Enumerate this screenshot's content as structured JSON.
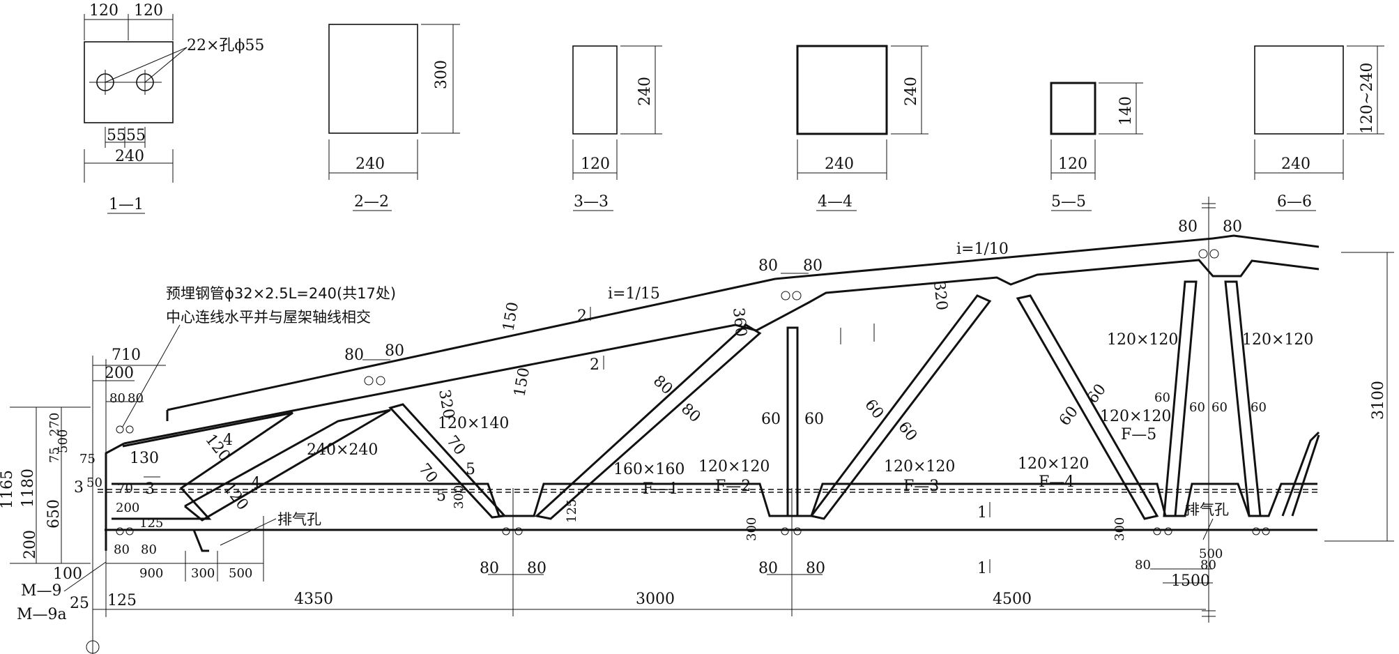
{
  "sections": [
    {
      "title": "1—1",
      "width": "240",
      "top_left": "120",
      "top_right": "120",
      "bottom_a": "55",
      "bottom_b": "55",
      "note": "22×孔ϕ55"
    },
    {
      "title": "2—2",
      "width": "240",
      "height": "300"
    },
    {
      "title": "3—3",
      "width": "120",
      "height": "240"
    },
    {
      "title": "4—4",
      "width": "240",
      "height": "240"
    },
    {
      "title": "5—5",
      "width": "120",
      "height": "140"
    },
    {
      "title": "6—6",
      "width": "240",
      "height": "120~240"
    }
  ],
  "truss": {
    "note_line1": "预埋钢管ϕ32×2.5L=240(共17处)",
    "note_line2": "中心连线水平并与屋架轴线相交",
    "slope_left": "i=1/15",
    "slope_right": "i=1/10",
    "overall_height": "3100",
    "span_1": "4350",
    "span_2": "3000",
    "span_3": "4500",
    "start_offset": "125",
    "end_offset": "25",
    "marks": {
      "m9": "M—9",
      "m9a": "M—9a"
    },
    "vent_label": "排气孔",
    "members": {
      "top_chord": "240×240",
      "diag_a": "120×140",
      "diag_b": "160×160",
      "diag_b_tag": "F—1",
      "vertical_1": "120×120",
      "vertical_1_tag": "F—2",
      "diag_c": "120×120",
      "diag_c_tag": "F—3",
      "diag_d": "120×120",
      "diag_d_tag": "F—4",
      "pair": "120×120",
      "pair_tag": "F—5",
      "right_left": "120×120",
      "right_right": "120×120"
    },
    "dims": {
      "d710": "710",
      "d200": "200",
      "d80": "80",
      "d270": "270",
      "d500": "500",
      "d1165": "1165",
      "d1180": "1180",
      "d75": "75",
      "d50": "50",
      "d70": "70",
      "d130": "130",
      "d650": "650",
      "d100": "100",
      "d900": "900",
      "d300": "300",
      "d120": "120",
      "d150": "150",
      "d320": "320",
      "d360": "360",
      "d60": "60",
      "d125": "125",
      "d1500": "1500",
      "d5": "5",
      "d4": "4",
      "d2": "2",
      "d3": "3",
      "d1": "1"
    }
  }
}
